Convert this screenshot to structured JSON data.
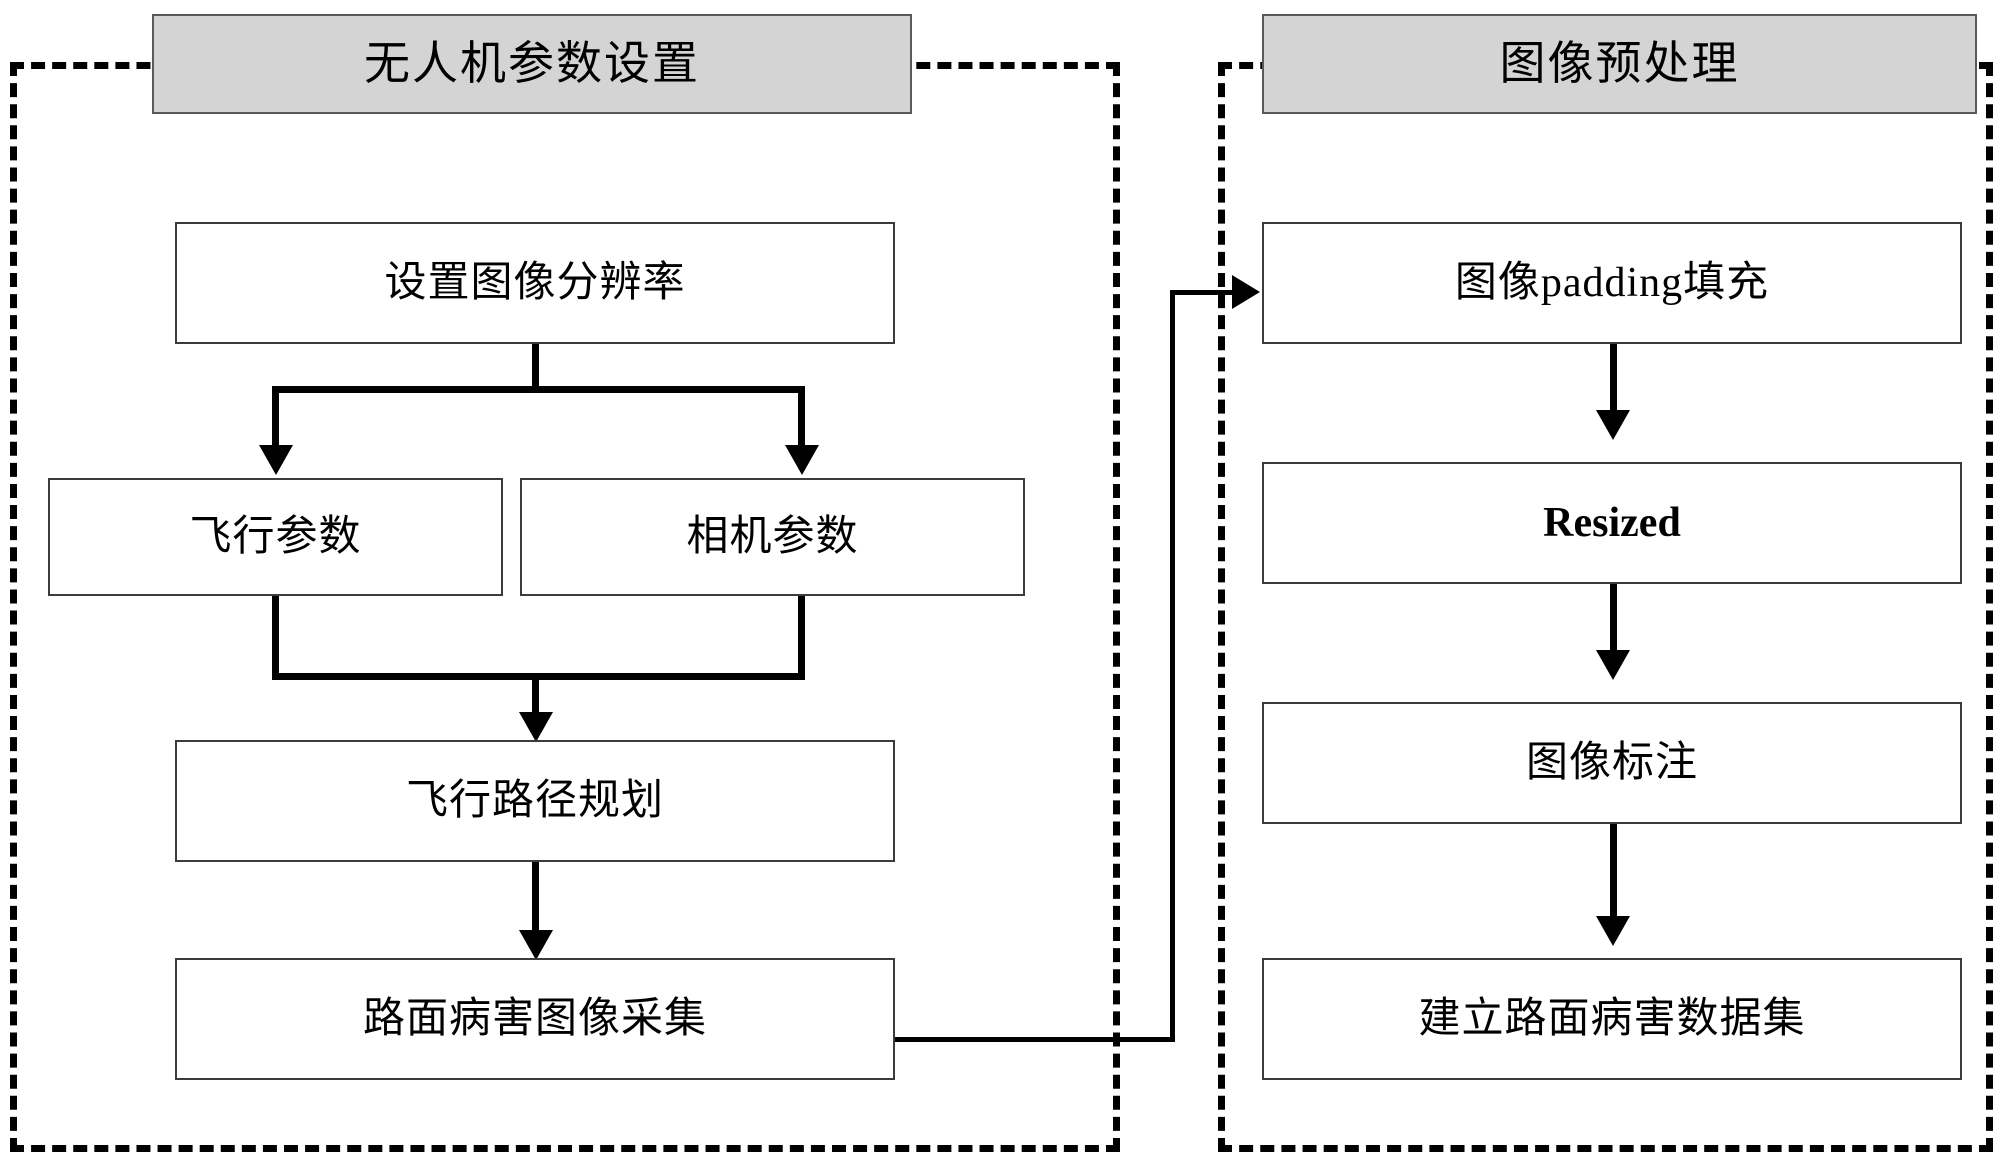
{
  "diagram": {
    "title": "",
    "type": "flowchart",
    "groups": [
      {
        "id": "uav-parameter-settings",
        "header": "无人机参数设置",
        "nodes": [
          {
            "id": "set-image-resolution",
            "label": "设置图像分辨率"
          },
          {
            "id": "flight-parameters",
            "label": "飞行参数"
          },
          {
            "id": "camera-parameters",
            "label": "相机参数"
          },
          {
            "id": "flight-path-planning",
            "label": "飞行路径规划"
          },
          {
            "id": "pavement-distress-image-collection",
            "label": "路面病害图像采集"
          }
        ]
      },
      {
        "id": "image-preprocessing",
        "header": "图像预处理",
        "nodes": [
          {
            "id": "image-padding",
            "label": "图像padding填充"
          },
          {
            "id": "resized",
            "label": "Resized"
          },
          {
            "id": "image-annotation",
            "label": "图像标注"
          },
          {
            "id": "build-pavement-distress-dataset",
            "label": "建立路面病害数据集"
          }
        ]
      }
    ],
    "edges": [
      {
        "from": "set-image-resolution",
        "to": "flight-parameters",
        "style": "split-down"
      },
      {
        "from": "set-image-resolution",
        "to": "camera-parameters",
        "style": "split-down"
      },
      {
        "from": "flight-parameters",
        "to": "flight-path-planning",
        "style": "merge-down"
      },
      {
        "from": "camera-parameters",
        "to": "flight-path-planning",
        "style": "merge-down"
      },
      {
        "from": "flight-path-planning",
        "to": "pavement-distress-image-collection",
        "style": "down"
      },
      {
        "from": "pavement-distress-image-collection",
        "to": "image-padding",
        "style": "right-up"
      },
      {
        "from": "image-padding",
        "to": "resized",
        "style": "down"
      },
      {
        "from": "resized",
        "to": "image-annotation",
        "style": "down"
      },
      {
        "from": "image-annotation",
        "to": "build-pavement-distress-dataset",
        "style": "down"
      }
    ],
    "colors": {
      "header_fill": "#d4d4d4",
      "node_fill": "#ffffff",
      "stroke": "#000000",
      "background": "#ffffff"
    }
  }
}
